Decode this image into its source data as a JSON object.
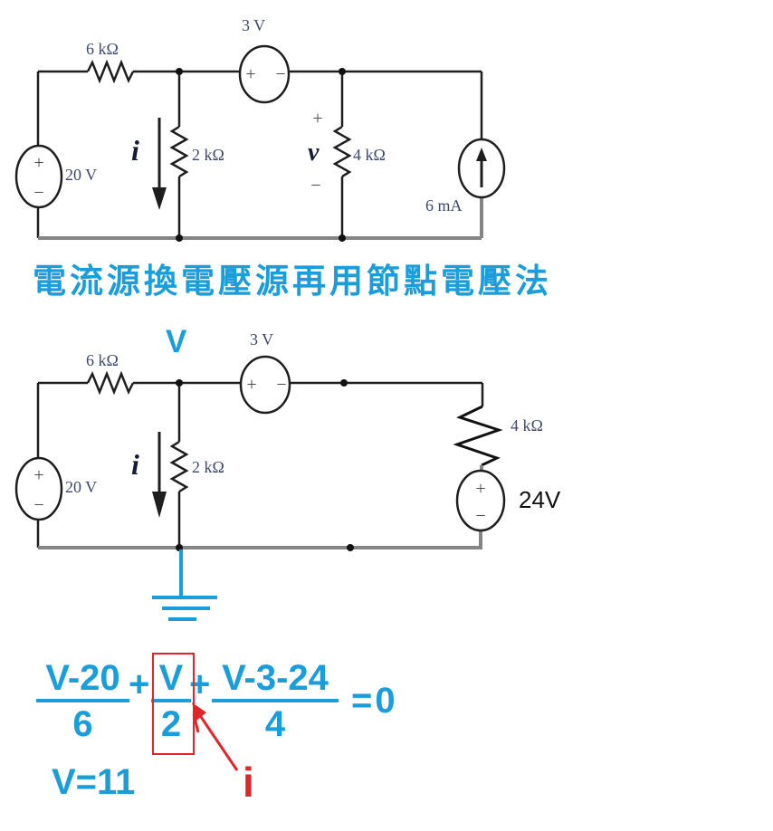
{
  "heading": "電流源換電壓源再用節點電壓法",
  "colors": {
    "blue": "#1b9dda",
    "red": "#e0252b",
    "label": "#3d4a6e"
  },
  "symbols": {
    "plus": "+",
    "minus": "−"
  },
  "circuit1": {
    "resistor_top": "6 kΩ",
    "source_left": "20 V",
    "source_top": "3 V",
    "resistor_mid": "2 kΩ",
    "resistor_right": "4 kΩ",
    "current_label": "i",
    "voltage_label": "v",
    "current_source": "6 mA"
  },
  "circuit2": {
    "node_label": "V",
    "resistor_top": "6 kΩ",
    "source_left": "20 V",
    "source_top": "3 V",
    "resistor_mid": "2 kΩ",
    "resistor_right": "4 kΩ",
    "current_label": "i",
    "source_right": "24V"
  },
  "equation": {
    "frac1_num": "V-20",
    "frac1_den": "6",
    "plus1": "+",
    "frac2_num": "V",
    "frac2_den": "2",
    "plus2": "+",
    "frac3_num": "V-3-24",
    "frac3_den": "4",
    "equals_zero": "=0",
    "solution": "V=11",
    "current_label": "i"
  }
}
